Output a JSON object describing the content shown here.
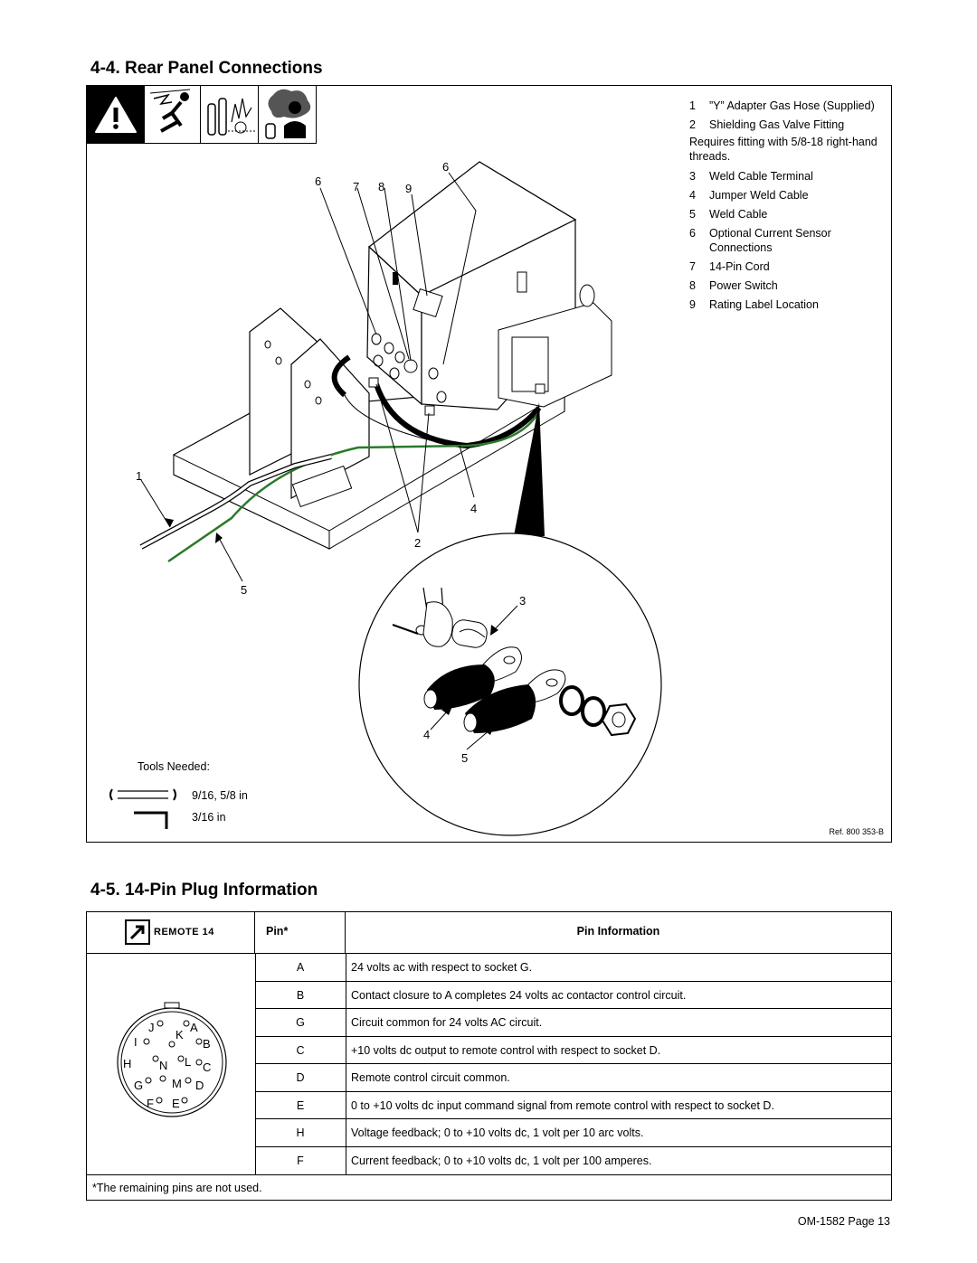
{
  "section1": {
    "title": "4-4.   Rear Panel Connections",
    "legend": [
      {
        "num": "1",
        "label": "”Y” Adapter Gas Hose (Supplied)"
      },
      {
        "num": "2",
        "label": "Shielding Gas Valve Fitting"
      },
      {
        "num": "3",
        "label": "Weld Cable Terminal"
      },
      {
        "num": "4",
        "label": "Jumper Weld Cable"
      },
      {
        "num": "5",
        "label": "Weld Cable"
      },
      {
        "num": "6",
        "label": "Optional Current Sensor Connections"
      },
      {
        "num": "7",
        "label": "14-Pin Cord"
      },
      {
        "num": "8",
        "label": "Power Switch"
      },
      {
        "num": "9",
        "label": "Rating Label Location"
      }
    ],
    "note": "Requires fitting with 5/8-18 right-hand threads.",
    "callouts": {
      "c6a": "6",
      "c6b": "6",
      "c7": "7",
      "c8": "8",
      "c9": "9",
      "c1": "1",
      "c4": "4",
      "c2": "2",
      "c5": "5",
      "d3": "3",
      "d4": "4",
      "d5": "5"
    },
    "tools_label": "Tools Needed:",
    "tool_wrench": "9/16, 5/8 in",
    "tool_hex": "3/16 in",
    "ref": "Ref. 800 353-B"
  },
  "section2": {
    "title": "4-5.   14-Pin Plug Information",
    "badge": "REMOTE 14",
    "col_pin": "Pin*",
    "col_info": "Pin Information",
    "rows": [
      {
        "pin": "A",
        "info": "24 volts ac with respect to socket G."
      },
      {
        "pin": "B",
        "info": "Contact closure to A completes 24 volts ac contactor control circuit."
      },
      {
        "pin": "G",
        "info": "Circuit common for 24 volts AC circuit."
      },
      {
        "pin": "C",
        "info": "+10 volts dc output to remote control with respect to socket D."
      },
      {
        "pin": "D",
        "info": "Remote control circuit common."
      },
      {
        "pin": "E",
        "info": "0 to +10 volts dc input command signal from remote control with respect to socket D."
      },
      {
        "pin": "H",
        "info": "Voltage feedback; 0 to +10 volts dc, 1 volt per 10 arc volts."
      },
      {
        "pin": "F",
        "info": "Current feedback; 0 to +10 volts dc, 1 volt per 100 amperes."
      }
    ],
    "plug_letters": [
      "J",
      "A",
      "K",
      "I",
      "B",
      "H",
      "N",
      "L",
      "C",
      "G",
      "M",
      "D",
      "F",
      "E"
    ],
    "footnote": "*The remaining pins are not used."
  },
  "footer": "OM-1582 Page 13"
}
